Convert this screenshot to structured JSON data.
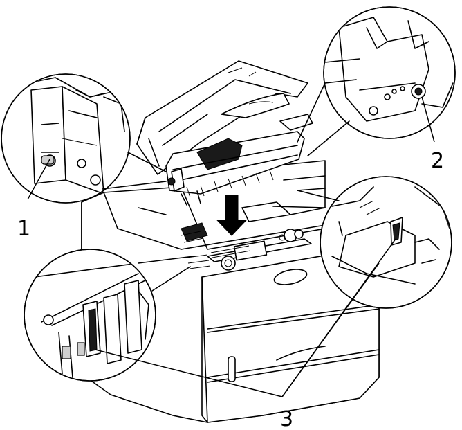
{
  "callouts": [
    {
      "id": "1",
      "label": "1"
    },
    {
      "id": "2",
      "label": "2"
    },
    {
      "id": "3",
      "label": "3"
    }
  ],
  "colors": {
    "line": "#000000",
    "background": "#ffffff",
    "shade": "#cfcfcf"
  },
  "icons": [
    "down-arrow-icon"
  ]
}
